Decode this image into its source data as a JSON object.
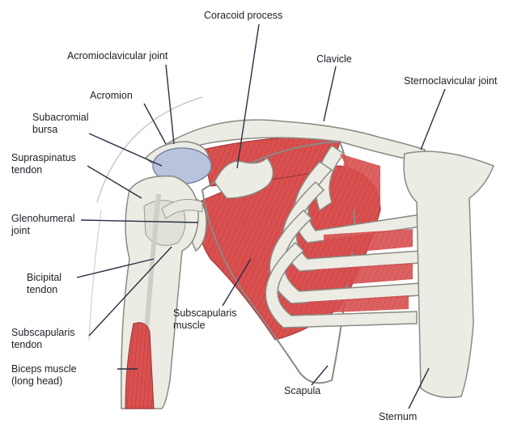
{
  "labels": {
    "coracoid_process": "Coracoid process",
    "acromioclavicular_joint": "Acromioclavicular joint",
    "clavicle": "Clavicle",
    "sternoclavicular_joint": "Sternoclavicular joint",
    "acromion": "Acromion",
    "subacromial_bursa": "Subacromial\nbursa",
    "supraspinatus_tendon": "Supraspinatus\ntendon",
    "glenohumeral_joint": "Glenohumeral\njoint",
    "bicipital_tendon": "Bicipital\ntendon",
    "subscapularis_tendon": "Subscapularis\ntendon",
    "biceps_muscle": "Biceps muscle\n(long head)",
    "subscapularis_muscle": "Subscapularis\nmuscle",
    "scapula": "Scapula",
    "sternum": "Sternum"
  },
  "colors": {
    "bone": "#ecece4",
    "bone_outline": "#8a8a84",
    "muscle": "#d9504f",
    "muscle_dark": "#b83a3c",
    "bursa": "#b9c3dc",
    "leader_line": "#2a2f45"
  }
}
